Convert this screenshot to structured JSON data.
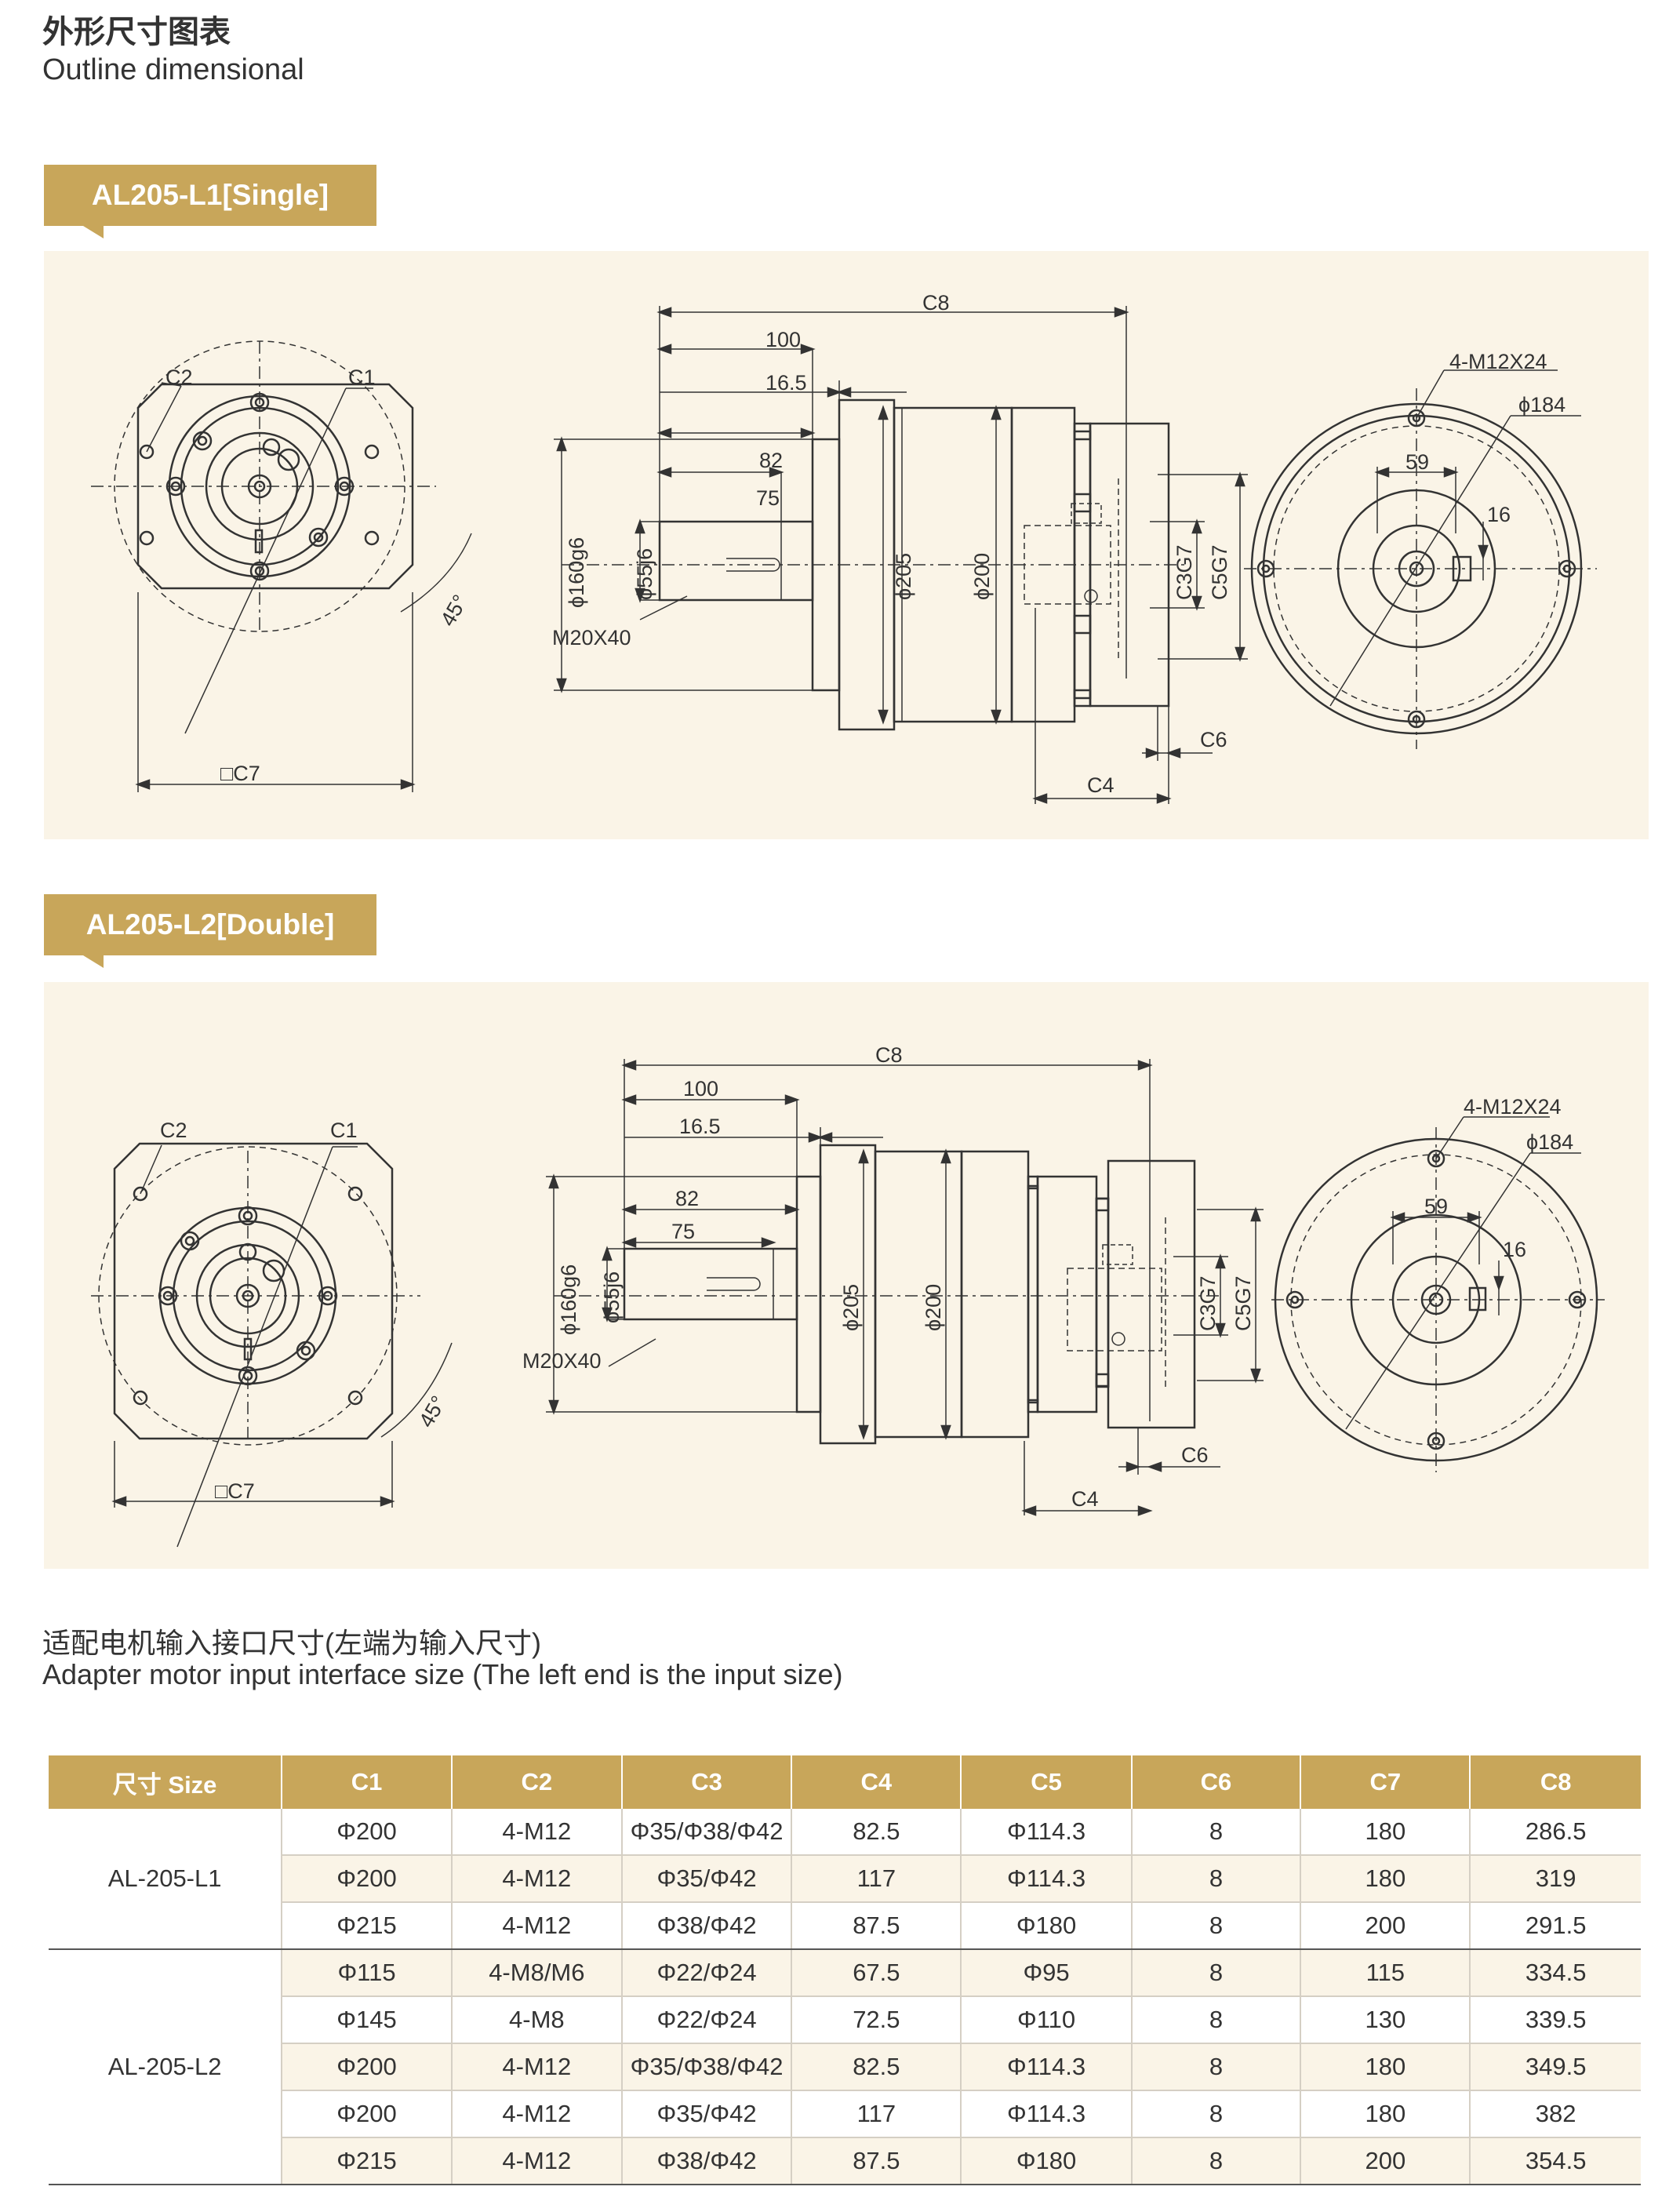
{
  "header": {
    "title_cn": "外形尺寸图表",
    "title_en": "Outline dimensional"
  },
  "sections": [
    {
      "tag": "AL205-L1[Single]",
      "labels": {
        "c2": "C2",
        "c1": "C1",
        "angle": "45°",
        "c7": "□C7",
        "c8": "C8",
        "d100": "100",
        "d16_5": "16.5",
        "d82": "82",
        "d75": "75",
        "phi160": "ϕ160g6",
        "phi55": "ϕ55j6",
        "m20": "M20X40",
        "phi205": "ϕ205",
        "phi200": "ϕ200",
        "c3": "C3G7",
        "c5": "C5G7",
        "c6": "C6",
        "c4": "C4",
        "m12": "4-M12X24",
        "phi184": "ϕ184",
        "d59": "59",
        "d16": "16"
      }
    },
    {
      "tag": "AL205-L2[Double]",
      "labels": {
        "c2": "C2",
        "c1": "C1",
        "angle": "45°",
        "c7": "□C7",
        "c8": "C8",
        "d100": "100",
        "d16_5": "16.5",
        "d82": "82",
        "d75": "75",
        "phi160": "ϕ160g6",
        "phi55": "ϕ55j6",
        "m20": "M20X40",
        "phi205": "ϕ205",
        "phi200": "ϕ200",
        "c3": "C3G7",
        "c5": "C5G7",
        "c6": "C6",
        "c4": "C4",
        "m12": "4-M12X24",
        "phi184": "ϕ184",
        "d59": "59",
        "d16": "16"
      }
    }
  ],
  "table_section": {
    "title_cn": "适配电机输入接口尺寸(左端为输入尺寸)",
    "title_en": "Adapter motor input interface size (The left end is the input size)"
  },
  "table": {
    "headers": [
      "尺寸 Size",
      "C1",
      "C2",
      "C3",
      "C4",
      "C5",
      "C6",
      "C7",
      "C8"
    ],
    "groups": [
      {
        "model": "AL-205-L1",
        "rows": [
          [
            "Φ200",
            "4-M12",
            "Φ35/Φ38/Φ42",
            "82.5",
            "Φ114.3",
            "8",
            "180",
            "286.5"
          ],
          [
            "Φ200",
            "4-M12",
            "Φ35/Φ42",
            "117",
            "Φ114.3",
            "8",
            "180",
            "319"
          ],
          [
            "Φ215",
            "4-M12",
            "Φ38/Φ42",
            "87.5",
            "Φ180",
            "8",
            "200",
            "291.5"
          ]
        ]
      },
      {
        "model": "AL-205-L2",
        "rows": [
          [
            "Φ115",
            "4-M8/M6",
            "Φ22/Φ24",
            "67.5",
            "Φ95",
            "8",
            "115",
            "334.5"
          ],
          [
            "Φ145",
            "4-M8",
            "Φ22/Φ24",
            "72.5",
            "Φ110",
            "8",
            "130",
            "339.5"
          ],
          [
            "Φ200",
            "4-M12",
            "Φ35/Φ38/Φ42",
            "82.5",
            "Φ114.3",
            "8",
            "180",
            "349.5"
          ],
          [
            "Φ200",
            "4-M12",
            "Φ35/Φ42",
            "117",
            "Φ114.3",
            "8",
            "180",
            "382"
          ],
          [
            "Φ215",
            "4-M12",
            "Φ38/Φ42",
            "87.5",
            "Φ180",
            "8",
            "200",
            "354.5"
          ]
        ]
      }
    ]
  }
}
